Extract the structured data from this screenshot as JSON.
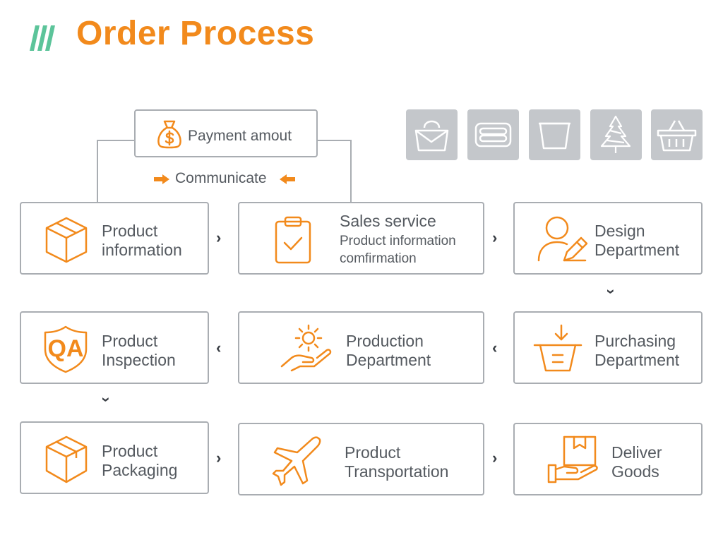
{
  "page": {
    "title": "Order Process"
  },
  "colors": {
    "accent": "#f28a1c",
    "green": "#5cc49a",
    "border": "#a9adb2",
    "text": "#555a60",
    "tile": "#c4c7cb"
  },
  "payment": {
    "label": "Payment amout",
    "icon": "money-bag-icon"
  },
  "communicate": {
    "label": "Communicate"
  },
  "categories": [
    {
      "icon": "handbag-icon"
    },
    {
      "icon": "folded-towel-icon"
    },
    {
      "icon": "bucket-icon"
    },
    {
      "icon": "christmas-tree-icon"
    },
    {
      "icon": "shopping-basket-icon"
    }
  ],
  "steps": {
    "product_information": {
      "line1": "Product",
      "line2": "information",
      "icon": "cube-icon"
    },
    "sales_service": {
      "title": "Sales service",
      "line1": "Product information",
      "line2": "comfirmation",
      "icon": "clipboard-check-icon"
    },
    "design_department": {
      "line1": "Design",
      "line2": "Department",
      "icon": "user-edit-icon"
    },
    "purchasing_department": {
      "line1": "Purchasing",
      "line2": "Department",
      "icon": "basket-download-icon"
    },
    "production_department": {
      "line1": "Production",
      "line2": "Department",
      "icon": "hand-gear-icon"
    },
    "product_inspection": {
      "line1": "Product",
      "line2": "Inspection",
      "icon": "qa-shield-icon"
    },
    "product_packaging": {
      "line1": "Product",
      "line2": "Packaging",
      "icon": "package-box-icon"
    },
    "product_transportation": {
      "line1": "Product",
      "line2": "Transportation",
      "icon": "airplane-icon"
    },
    "deliver_goods": {
      "line1": "Deliver",
      "line2": "Goods",
      "icon": "hand-parcel-icon"
    }
  }
}
